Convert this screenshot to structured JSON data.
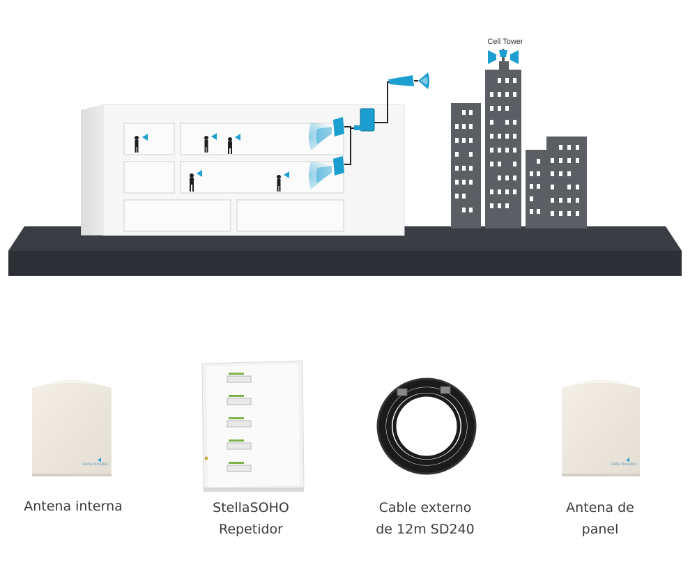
{
  "tower_label": "Cell Tower",
  "colors": {
    "ground_top": "#3a3e44",
    "ground_front": "#2c2f34",
    "city": "#5b5e63",
    "antenna": "#1c9fd0",
    "building": "#f7f7f7",
    "label_text": "#3a3a3a"
  },
  "products": [
    {
      "lines": [
        "Antena interna"
      ],
      "icon": "indoor-antenna-icon"
    },
    {
      "lines": [
        "StellaSOHO",
        "Repetidor"
      ],
      "icon": "repeater-icon"
    },
    {
      "lines": [
        "Cable externo",
        "de 12m SD240"
      ],
      "icon": "cable-coil-icon"
    },
    {
      "lines": [
        "Antena de",
        "panel"
      ],
      "icon": "panel-antenna-icon"
    }
  ]
}
